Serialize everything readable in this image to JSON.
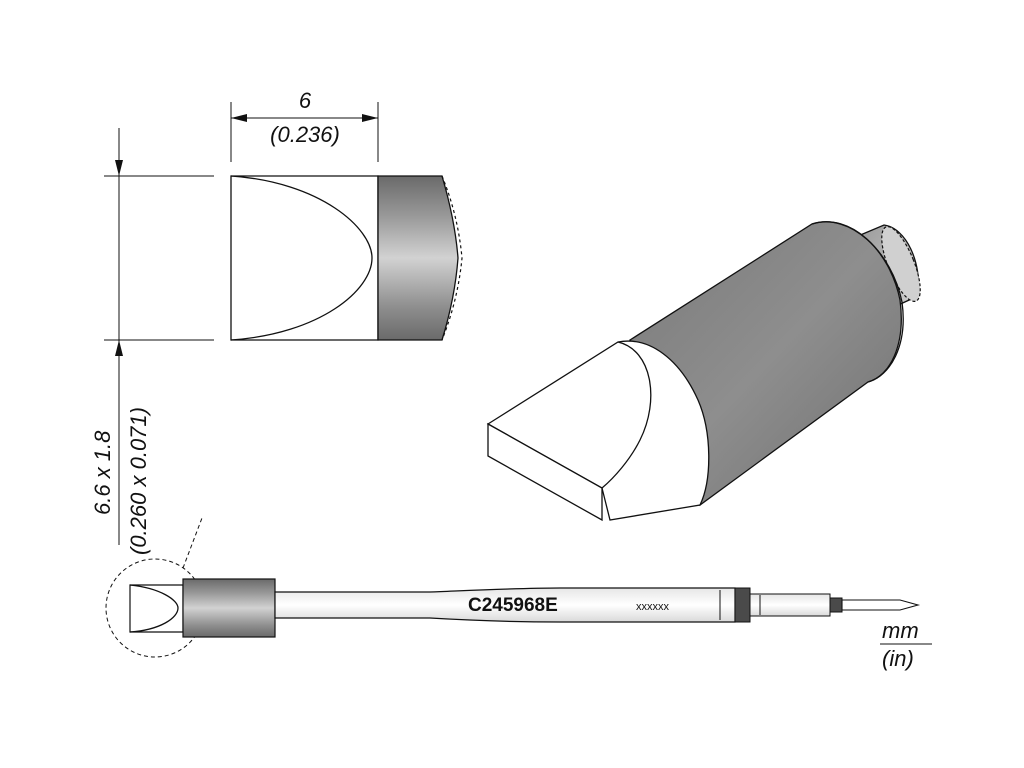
{
  "dimensions": {
    "width_mm": "6",
    "width_in": "(0.236)",
    "tip_mm": "6.6 x 1.8",
    "tip_in": "(0.260 x 0.071)"
  },
  "part_number": "C245968E",
  "code_mark": "xxxxxx",
  "units": {
    "primary": "mm",
    "secondary": "(in)"
  }
}
